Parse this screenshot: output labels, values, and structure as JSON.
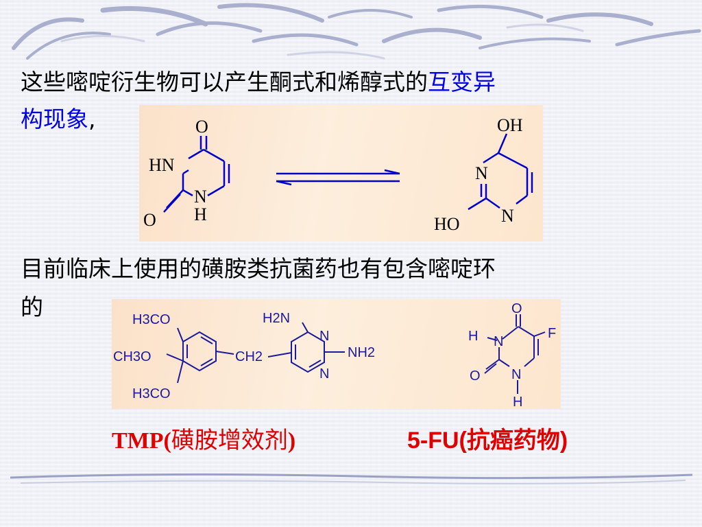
{
  "slide": {
    "intro_text": "这些嘧啶衍生物可以产生酮式和烯醇式的",
    "intro_highlight_part1": "互变异",
    "intro_highlight_part2": "构现象",
    "intro_comma": ",",
    "second_text_line1": "目前临床上使用的磺胺类抗菌药也有包含嘧啶环",
    "second_text_line2": "的",
    "highlight_color": "#0000e6",
    "caption_color": "#e00000"
  },
  "tautomer_diagram": {
    "keto_labels": {
      "O_top": "O",
      "HN": "HN",
      "N": "N",
      "H": "H",
      "O_left": "O"
    },
    "enol_labels": {
      "OH": "OH",
      "N_top": "N",
      "HO": "HO",
      "N_bottom": "N"
    }
  },
  "drug_diagram": {
    "tmp_labels": {
      "H3CO_top": "H3CO",
      "CH3O_mid": "CH3O",
      "H3CO_bottom": "H3CO",
      "CH2": "CH2",
      "H2N": "H2N",
      "N_top": "N",
      "N_bottom": "N",
      "NH2": "NH2"
    },
    "fu_labels": {
      "O_top": "O",
      "H": "H",
      "N_left": "N",
      "F": "F",
      "O_left": "O",
      "N_bottom": "N",
      "H_bottom": "H"
    }
  },
  "captions": {
    "tmp_main": "TMP(",
    "tmp_cn": "磺胺增效剂",
    "tmp_close": ")",
    "fu_main": "5-FU(",
    "fu_cn": "抗癌药物",
    "fu_close": ")"
  }
}
